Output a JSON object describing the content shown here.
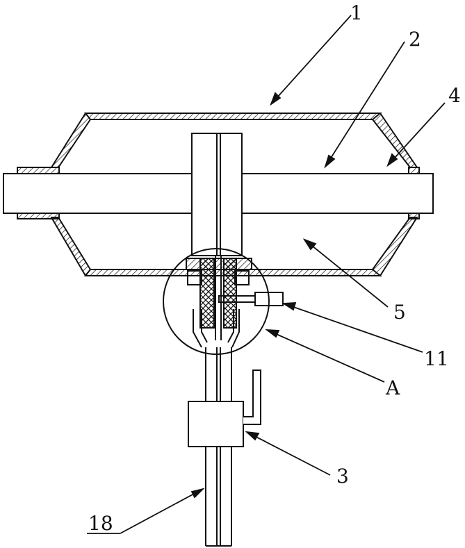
{
  "diagram": {
    "stroke_color": "#111111",
    "background": "#ffffff",
    "labels": {
      "l1": "1",
      "l2": "2",
      "l4": "4",
      "l5": "5",
      "l11": "11",
      "lA": "A",
      "l3": "3",
      "l18": "18"
    }
  }
}
